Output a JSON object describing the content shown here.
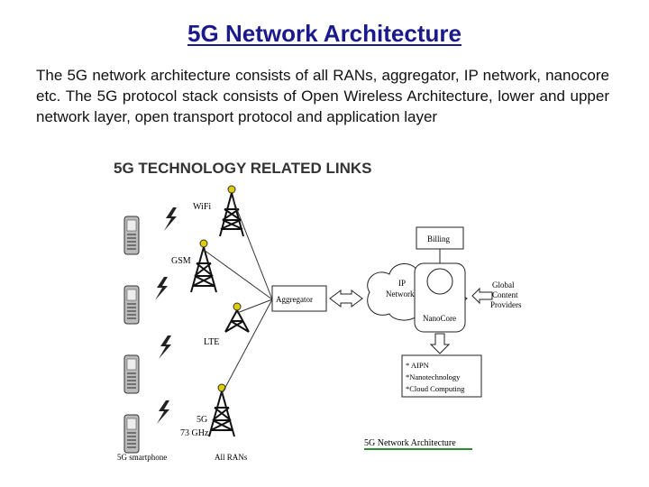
{
  "title": "5G Network Architecture",
  "paragraph": "The 5G network architecture consists of all RANs, aggregator, IP network, nanocore etc. The 5G protocol stack consists of Open Wireless Architecture, lower and upper network layer, open transport protocol and application layer",
  "diagram": {
    "heading": "5G TECHNOLOGY RELATED LINKS",
    "wifi": "WiFi",
    "gsm": "GSM",
    "lte": "LTE",
    "g5": "5G",
    "ghz": "73 GHz",
    "aggregator": "Aggregator",
    "ip_line1": "IP",
    "ip_line2": "Network",
    "billing": "Billing",
    "nanocore": "NanoCore",
    "global_line1": "Global",
    "global_line2": "Content",
    "global_line3": "Providers",
    "feature1": "* AIPN",
    "feature2": "*Nanotechnology",
    "feature3": "*Cloud Computing",
    "caption": "5G Network Architecture",
    "phone_label": "5G smartphone",
    "rans": "All RANs"
  }
}
